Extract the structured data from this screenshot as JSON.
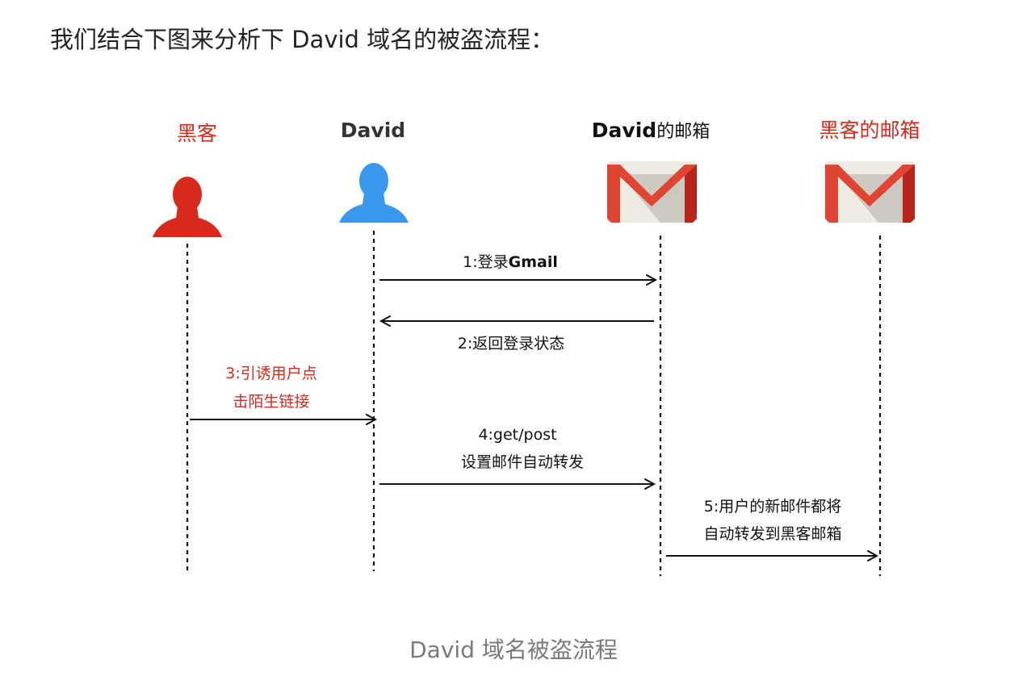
{
  "intro_text": "我们结合下图来分析下 David 域名的被盗流程：",
  "caption": "David 域名被盗流程",
  "colors": {
    "hacker": "#d82a1c",
    "david": "#3a97ee",
    "gmail_red": "#e04432",
    "gmail_dark": "#b8241a",
    "gmail_paper": "#eeebe2",
    "black": "#111111"
  },
  "actors": {
    "hacker": {
      "label": "黑客",
      "icon": "person-icon"
    },
    "david": {
      "label": "David",
      "icon": "person-icon"
    },
    "david_mailbox": {
      "label_bold": "David",
      "label_rest": "的邮箱",
      "icon": "gmail-icon"
    },
    "hacker_mailbox": {
      "label": "黑客的邮箱",
      "icon": "gmail-icon"
    }
  },
  "messages": {
    "m1": {
      "prefix": "1:登录",
      "bold": "Gmail"
    },
    "m2": {
      "text": "2:返回登录状态"
    },
    "m3": {
      "line1": "3:引诱用户点",
      "line2": "击陌生链接"
    },
    "m4": {
      "line1": "4:get/post",
      "line2": "设置邮件自动转发"
    },
    "m5": {
      "line1": "5:用户的新邮件都将",
      "line2": "自动转发到黑客邮箱"
    }
  }
}
